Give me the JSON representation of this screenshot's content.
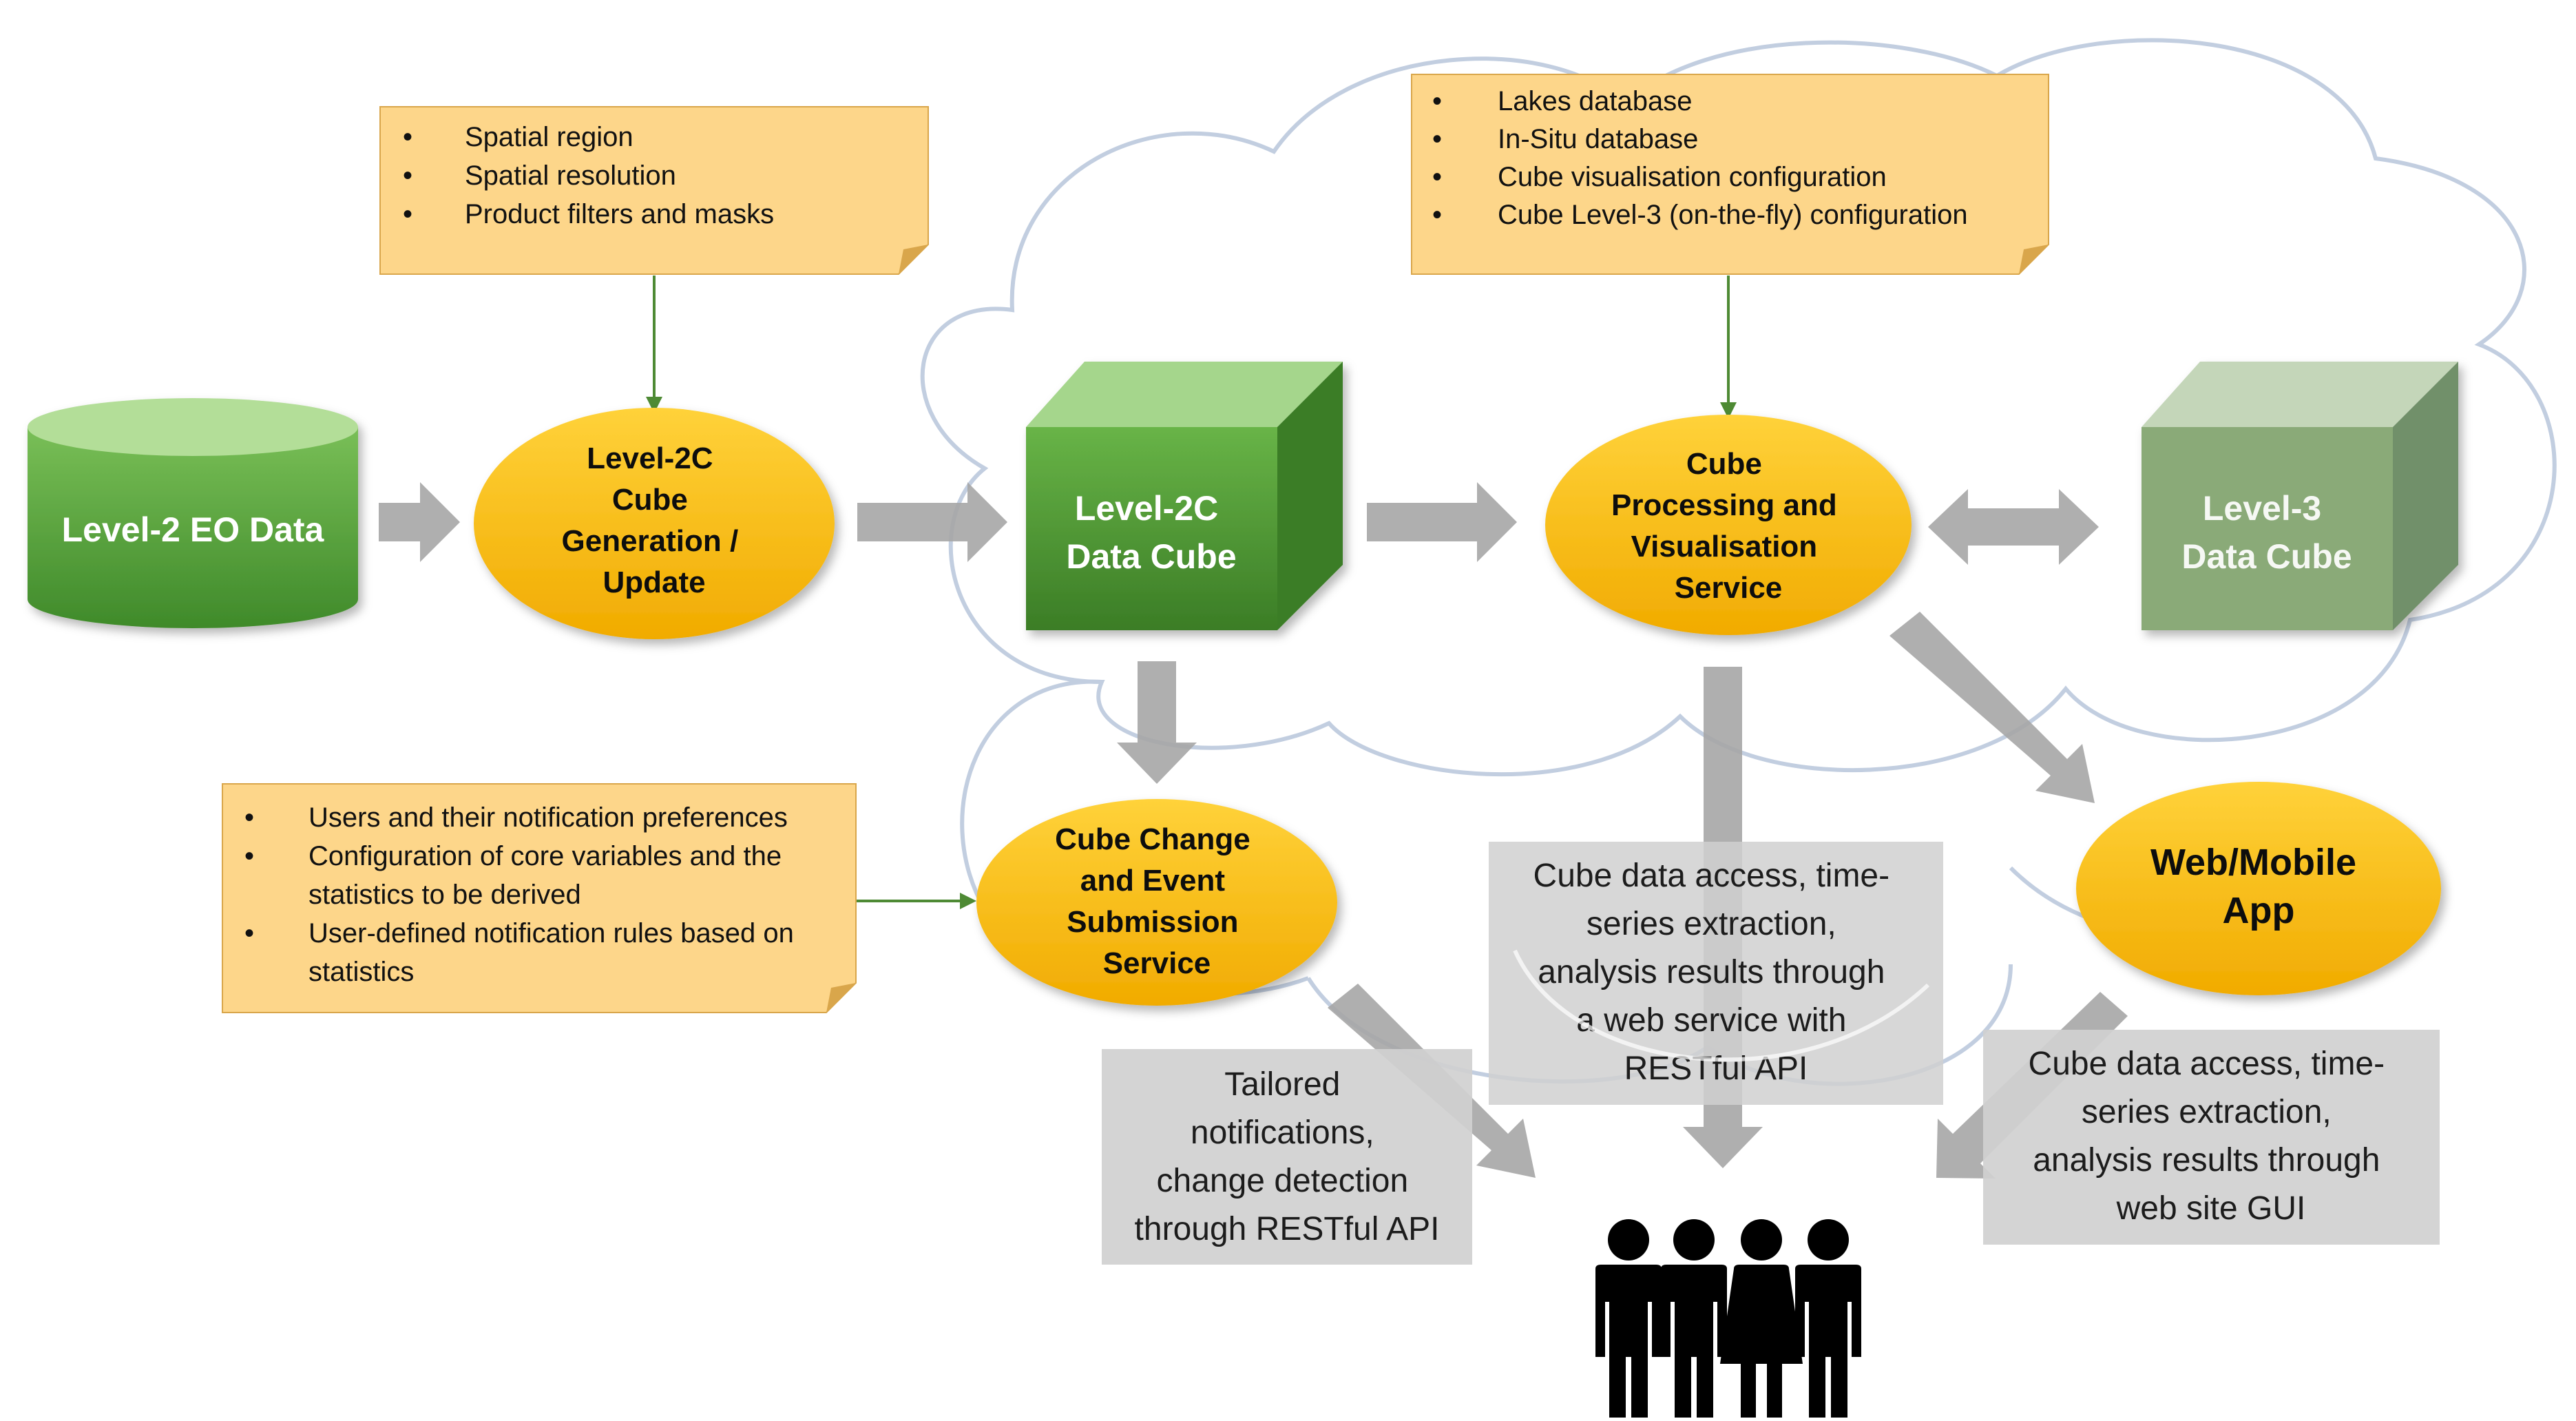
{
  "colors": {
    "note_fill": "#fdd68a",
    "node_fill": "#fbbd0c",
    "cube_green": "#5aa63d",
    "cube_faded": "#8aaa78",
    "arrow_grey": "#a6a6a6",
    "box_grey": "#d0d0d0",
    "connector_green": "#4e8a34",
    "cloud_outline": "#c2cee0"
  },
  "nodes": {
    "l2_data": "Level-2 EO Data",
    "gen_update": [
      "Level-2C",
      "Cube",
      "Generation /",
      "Update"
    ],
    "l2c_cube": [
      "Level-2C",
      "Data Cube"
    ],
    "processing": [
      "Cube",
      "Processing and",
      "Visualisation",
      "Service"
    ],
    "l3_cube": [
      "Level-3",
      "Data Cube"
    ],
    "change_event": [
      "Cube Change",
      "and Event",
      "Submission",
      "Service"
    ],
    "web_app": [
      "Web/Mobile",
      "App"
    ]
  },
  "notes": {
    "generation": {
      "items": [
        "Spatial region",
        "Spatial resolution",
        "Product filters and masks"
      ]
    },
    "processing": {
      "items": [
        "Lakes database",
        "In-Situ database",
        "Cube visualisation configuration",
        "Cube Level-3 (on-the-fly) configuration"
      ]
    },
    "users_config": {
      "lines": [
        {
          "bullet": true,
          "text": "Users and their notification preferences"
        },
        {
          "bullet": true,
          "text": "Configuration of core variables and the"
        },
        {
          "bullet": false,
          "text": "statistics to be derived"
        },
        {
          "bullet": true,
          "text": "User-defined notification rules based on"
        },
        {
          "bullet": false,
          "text": "statistics"
        }
      ]
    }
  },
  "outputs": {
    "notifications": [
      "Tailored",
      "notifications,",
      "change detection",
      "through RESTful API"
    ],
    "web_service": [
      "Cube data access, time-",
      "series extraction,",
      "analysis results through",
      "a web service with",
      "RESTful API"
    ],
    "web_gui": [
      "Cube data access, time-",
      "series extraction,",
      "analysis results through",
      "web site GUI"
    ]
  },
  "bullet_glyph": "•",
  "users_icon": "users-group-icon"
}
